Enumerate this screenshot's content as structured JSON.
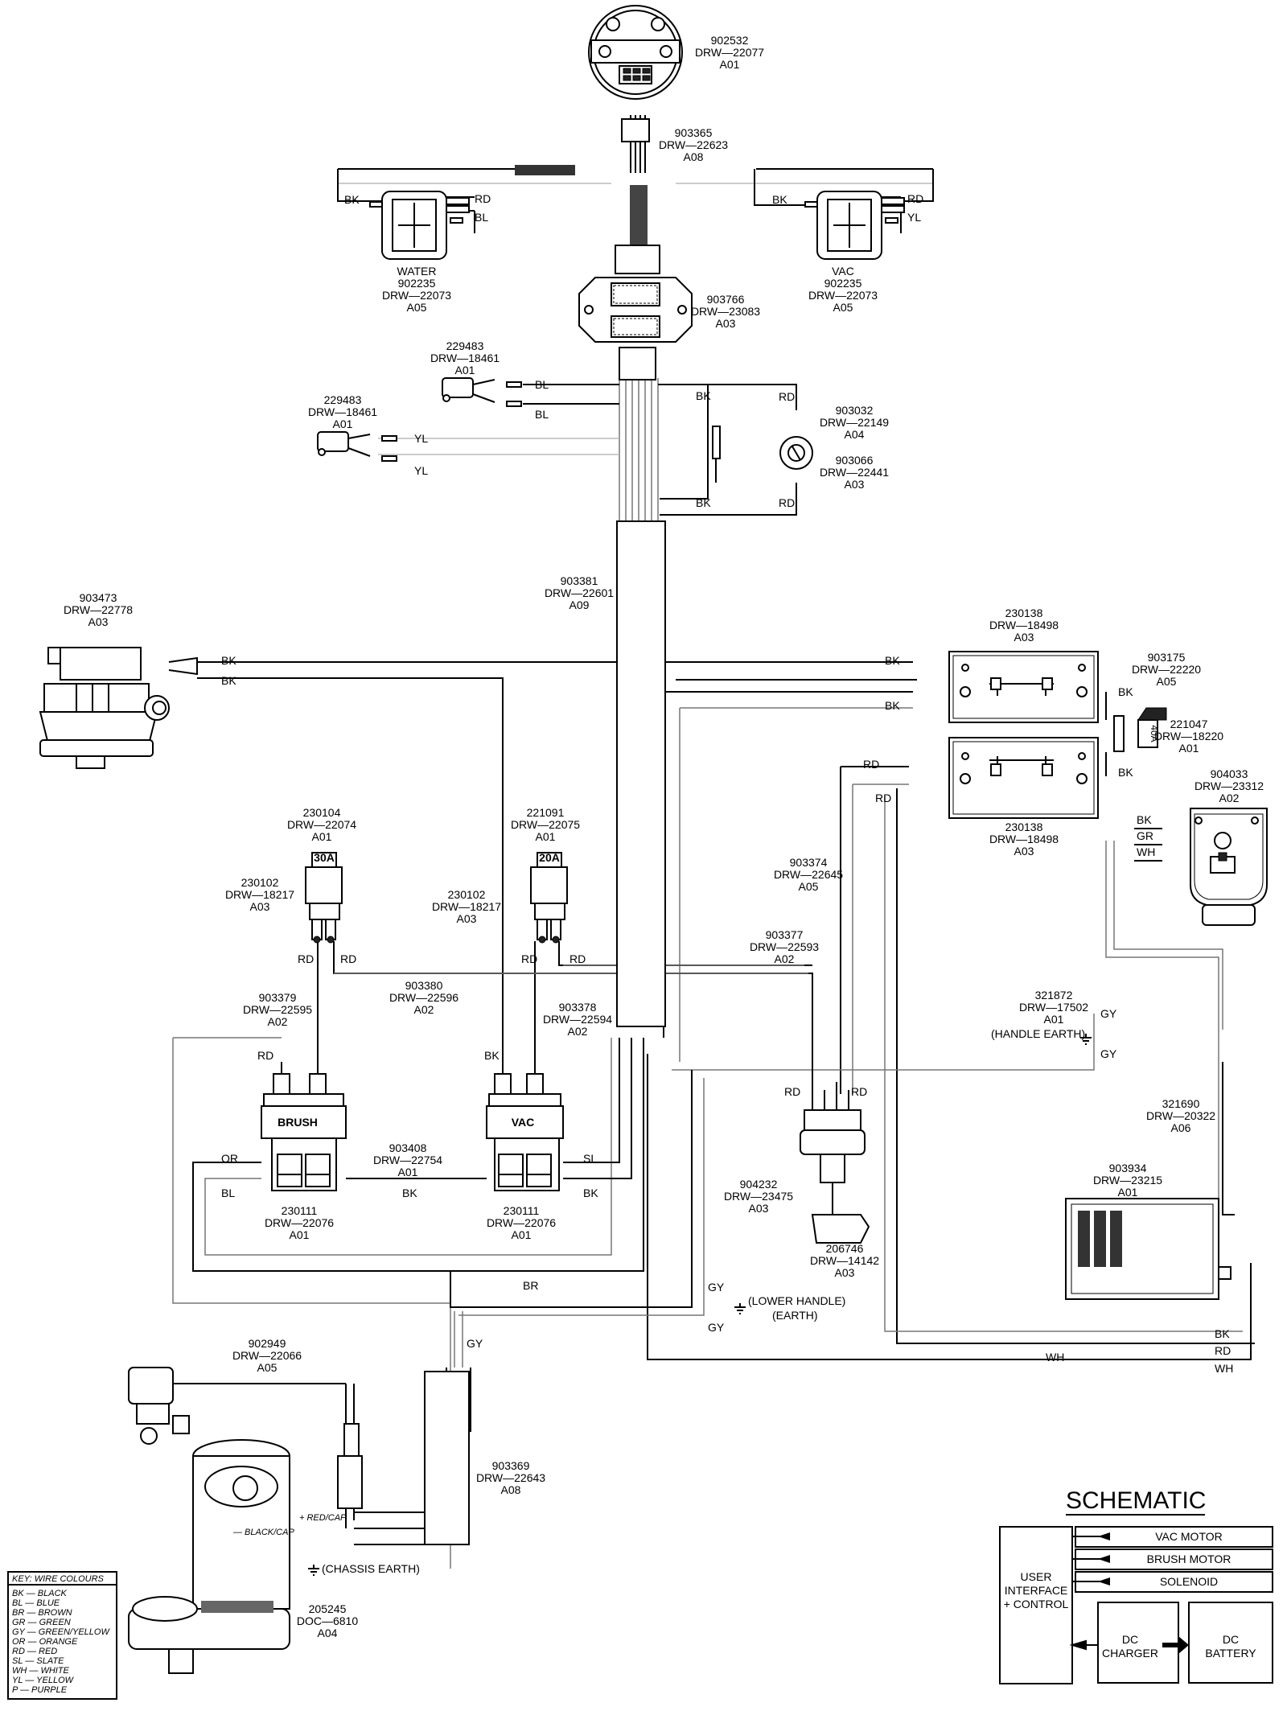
{
  "parts": {
    "display": [
      "902532",
      "DRW—22077",
      "A01"
    ],
    "display_harness": [
      "903365",
      "DRW—22623",
      "A08"
    ],
    "water_switch": [
      "WATER",
      "902235",
      "DRW—22073",
      "A05"
    ],
    "vac_switch": [
      "VAC",
      "902235",
      "DRW—22073",
      "A05"
    ],
    "control_module": [
      "903766",
      "DRW—23083",
      "A03"
    ],
    "microswitch_1": [
      "229483",
      "DRW—18461",
      "A01"
    ],
    "microswitch_2": [
      "229483",
      "DRW—18461",
      "A01"
    ],
    "keyswitch": [
      "903032",
      "DRW—22149",
      "A04"
    ],
    "keyswitch_harness": [
      "903066",
      "DRW—22441",
      "A03"
    ],
    "main_harness": [
      "903381",
      "DRW—22601",
      "A09"
    ],
    "vac_motor": [
      "903473",
      "DRW—22778",
      "A03"
    ],
    "battery_top": [
      "230138",
      "DRW—18498",
      "A03"
    ],
    "battery_bottom": [
      "230138",
      "DRW—18498",
      "A03"
    ],
    "battery_link": [
      "903175",
      "DRW—22220",
      "A05"
    ],
    "fuse_main": [
      "221047",
      "DRW—18220",
      "A01"
    ],
    "charger_inlet": [
      "904033",
      "DRW—23312",
      "A02"
    ],
    "fuse_brush": [
      "230104",
      "DRW—22074",
      "A01"
    ],
    "fuse_vac": [
      "221091",
      "DRW—22075",
      "A01"
    ],
    "fuse_holder_brush": [
      "230102",
      "DRW—18217",
      "A03"
    ],
    "fuse_holder_vac": [
      "230102",
      "DRW—18217",
      "A03"
    ],
    "harness_903374": [
      "903374",
      "DRW—22645",
      "A05"
    ],
    "harness_903377": [
      "903377",
      "DRW—22593",
      "A02"
    ],
    "harness_903379": [
      "903379",
      "DRW—22595",
      "A02"
    ],
    "harness_903380": [
      "903380",
      "DRW—22596",
      "A02"
    ],
    "harness_903378": [
      "903378",
      "DRW—22594",
      "A02"
    ],
    "earth_handle": [
      "321872",
      "DRW—17502",
      "A01"
    ],
    "charger_harness": [
      "321690",
      "DRW—20322",
      "A06"
    ],
    "contactor_link": [
      "903408",
      "DRW—22754",
      "A01"
    ],
    "contactor_brush": [
      "230111",
      "DRW—22076",
      "A01"
    ],
    "contactor_vac": [
      "230111",
      "DRW—22076",
      "A01"
    ],
    "earth_harness": [
      "904232",
      "DRW—23475",
      "A03"
    ],
    "isolator": [
      "206746",
      "DRW—14142",
      "A03"
    ],
    "charger": [
      "903934",
      "DRW—23215",
      "A01"
    ],
    "solenoid_valve": [
      "902949",
      "DRW—22066",
      "A05"
    ],
    "brush_harness": [
      "903369",
      "DRW—22643",
      "A08"
    ],
    "brush_motor": [
      "205245",
      "DOC—6810",
      "A04"
    ]
  },
  "component_labels": {
    "fuse_30a": "30A",
    "fuse_20a": "20A",
    "fuse_40a": "40A",
    "brush": "BRUSH",
    "vac": "VAC"
  },
  "wire_labels": {
    "bk": "BK",
    "bl": "BL",
    "rd": "RD",
    "yl": "YL",
    "gr": "GR",
    "wh": "WH",
    "gy": "GY",
    "or": "OR",
    "sl": "SL",
    "br": "BR"
  },
  "annotations": {
    "handle_earth": "(HANDLE EARTH)",
    "lower_handle_earth_1": "(LOWER HANDLE)",
    "lower_handle_earth_2": "(EARTH)",
    "chassis_earth": "(CHASSIS EARTH)",
    "red_cap": "+ RED/CAP",
    "black_cap": "— BLACK/CAP"
  },
  "key": {
    "title": "KEY:  WIRE COLOURS",
    "entries": [
      "BK  —  BLACK",
      "BL  —  BLUE",
      "BR  —  BROWN",
      "GR  —  GREEN",
      "GY  —  GREEN/YELLOW",
      "OR  —  ORANGE",
      "RD  —  RED",
      "SL  —  SLATE",
      "WH  —  WHITE",
      "YL  —  YELLOW",
      "P  —  PURPLE"
    ]
  },
  "schematic": {
    "title": "SCHEMATIC",
    "user_interface": [
      "USER",
      "INTERFACE",
      "+ CONTROL"
    ],
    "vac_motor": "VAC MOTOR",
    "brush_motor": "BRUSH MOTOR",
    "solenoid": "SOLENOID",
    "dc_charger": [
      "DC",
      "CHARGER"
    ],
    "dc_battery": [
      "DC",
      "BATTERY"
    ]
  }
}
